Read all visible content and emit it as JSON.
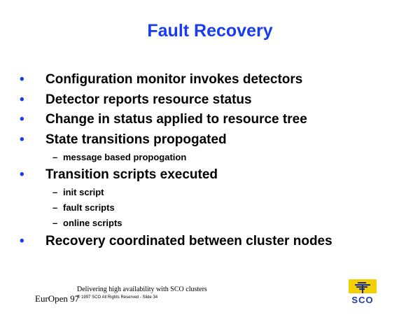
{
  "title": "Fault Recovery",
  "bullets": [
    "Configuration monitor invokes detectors",
    "Detector reports resource status",
    "Change in status applied to resource tree",
    "State transitions propogated",
    "Transition scripts executed",
    "Recovery coordinated between cluster nodes"
  ],
  "sub_state": [
    "message based propogation"
  ],
  "sub_scripts": [
    "init script",
    "fault scripts",
    "online scripts"
  ],
  "bullet_glyph": "•",
  "dash_glyph": "–",
  "footer": {
    "event": "EurOpen 97",
    "subtitle": "Delivering high availability with SCO clusters",
    "copyright": "© 1997 SCO All Rights Reserved - Slide 34",
    "logo_text": "SCO"
  }
}
